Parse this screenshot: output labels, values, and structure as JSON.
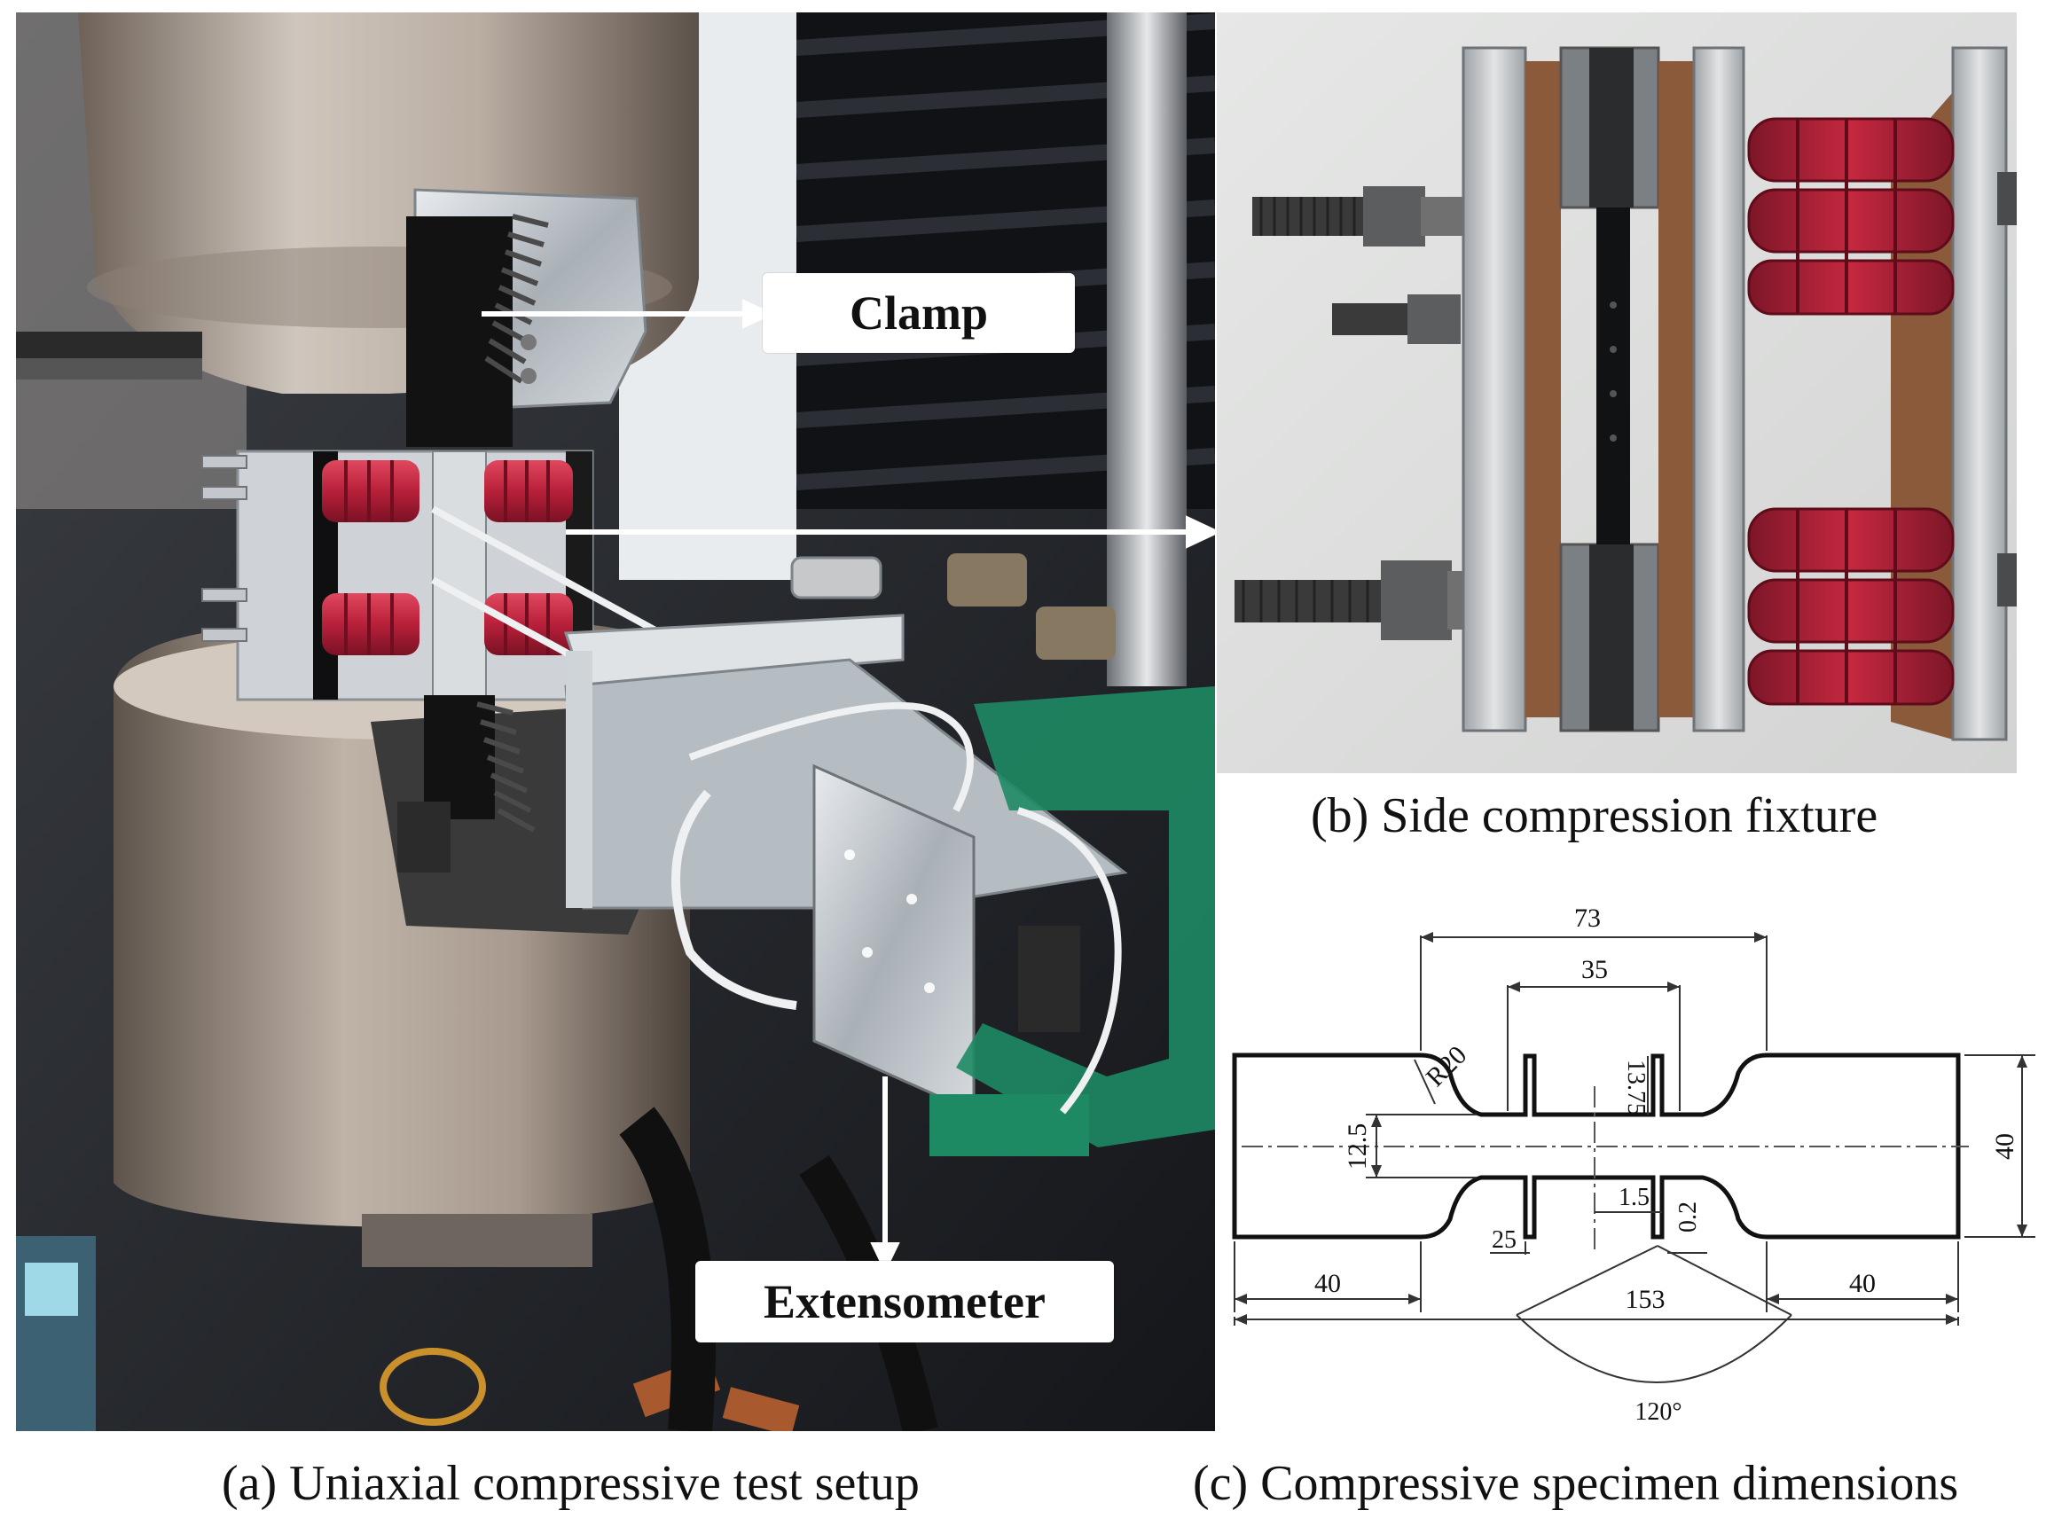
{
  "panel_a": {
    "caption": "(a) Uniaxial compressive test setup",
    "labels": {
      "clamp": "Clamp",
      "extensometer": "Extensometer"
    }
  },
  "panel_b": {
    "caption": "(b) Side compression fixture"
  },
  "panel_c": {
    "caption": "(c) Compressive specimen dimensions",
    "dimensions": {
      "overall_gauge_top": "73",
      "inner_top": "35",
      "fillet_radius": "R20",
      "notch_height": "13.75",
      "neck_width": "12.5",
      "total_width": "40",
      "notch_gap": "1.5",
      "slot_width": "0.2",
      "slot_offset": "25",
      "left_grip": "40",
      "right_grip": "40",
      "total_length": "153",
      "angle": "120°"
    }
  },
  "colors": {
    "spring_red": "#b8203a",
    "steel": "#b7b1aa",
    "fixture_rust": "#8a5a3a",
    "green_frame": "#1e8a64"
  }
}
